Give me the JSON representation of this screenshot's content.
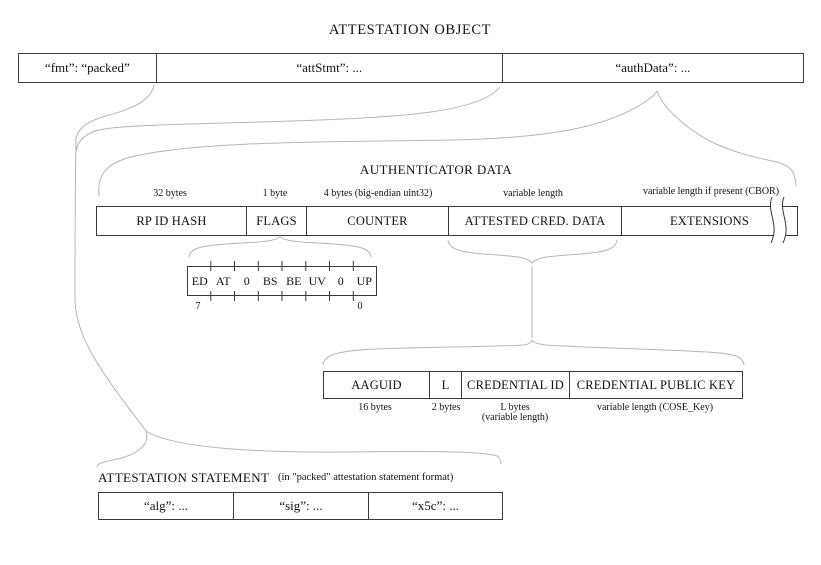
{
  "diagram_title": "ATTESTATION OBJECT",
  "attestation_object": {
    "cells": [
      {
        "label": "“fmt”: “packed”"
      },
      {
        "label": "“attStmt”: ..."
      },
      {
        "label": "“authData”: ..."
      }
    ]
  },
  "authenticator_data": {
    "heading": "AUTHENTICATOR DATA",
    "fields": [
      {
        "label": "RP ID HASH",
        "size": "32 bytes"
      },
      {
        "label": "FLAGS",
        "size": "1 byte"
      },
      {
        "label": "COUNTER",
        "size": "4 bytes (big-endian uint32)"
      },
      {
        "label": "ATTESTED CRED. DATA",
        "size": "variable length"
      },
      {
        "label": "EXTENSIONS",
        "size": "variable length if present (CBOR)"
      }
    ]
  },
  "flags": {
    "bits": [
      "ED",
      "AT",
      "0",
      "BS",
      "BE",
      "UV",
      "0",
      "UP"
    ],
    "msb_index": "7",
    "lsb_index": "0"
  },
  "attested_credential_data": {
    "fields": [
      {
        "label": "AAGUID",
        "size": "16 bytes"
      },
      {
        "label": "L",
        "size": "2 bytes"
      },
      {
        "label": "CREDENTIAL ID",
        "size": "L bytes",
        "size2": "(variable length)"
      },
      {
        "label": "CREDENTIAL PUBLIC KEY",
        "size": "variable length (COSE_Key)"
      }
    ]
  },
  "attestation_statement": {
    "heading": "ATTESTATION STATEMENT",
    "subheading": "(in \"packed\" attestation statement format)",
    "cells": [
      {
        "label": "“alg”: ..."
      },
      {
        "label": "“sig”: ..."
      },
      {
        "label": "“x5c”: ..."
      }
    ]
  },
  "colors": {
    "background": "#ffffff",
    "box_border": "#3a3a3a",
    "text": "#111111",
    "connector": "#b5b5b5"
  }
}
